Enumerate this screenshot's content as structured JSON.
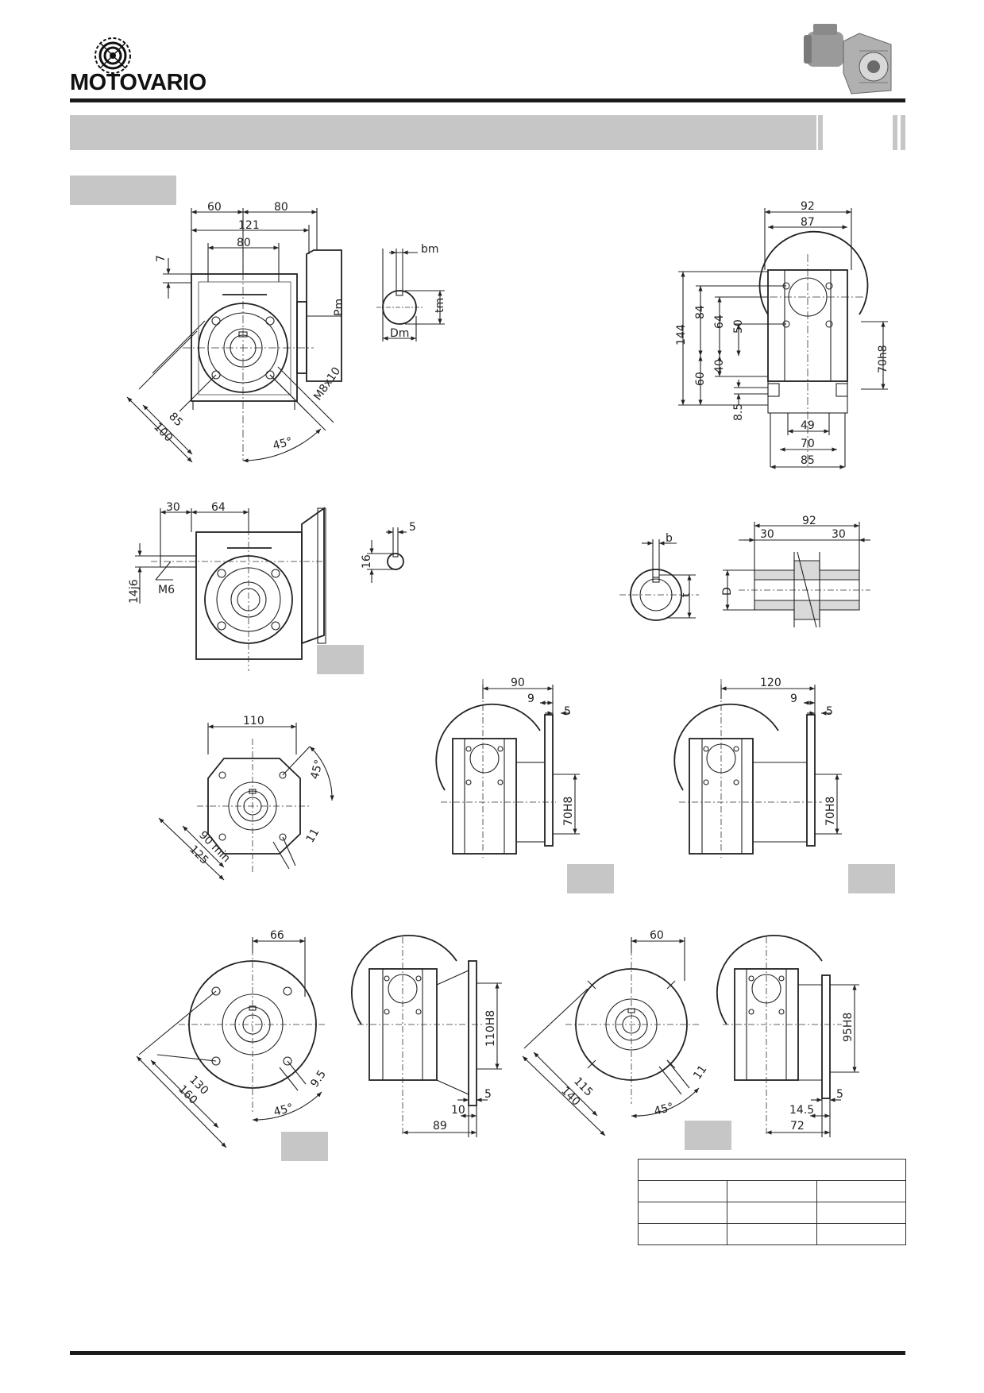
{
  "header": {
    "brand": "MOTOVARIO",
    "logo_icon": "motovario-gear-logo-icon",
    "photo_icon": "gear-motor-photo-icon"
  },
  "colors": {
    "band_gray": "#c6c6c6",
    "line": "#1a1a1a"
  },
  "dims": {
    "top_left": {
      "d60": "60",
      "d80a": "80",
      "d121": "121",
      "d80b": "80",
      "d7": "7",
      "pm": "Pm",
      "m8x10": "M8x10",
      "d85": "85",
      "d100": "100",
      "a45": "45°"
    },
    "key": {
      "bm": "bm",
      "tm": "tm",
      "dm": "Dm"
    },
    "top_right": {
      "d92": "92",
      "d87": "87",
      "d144": "144",
      "d84": "84",
      "d64": "64",
      "d50": "50",
      "d60": "60",
      "d40": "40",
      "d8_5": "8.5",
      "d70h8": "70h8",
      "d49": "49",
      "d70": "70",
      "d85": "85"
    },
    "mid_left": {
      "d30": "30",
      "d64": "64",
      "d14j6": "14j6",
      "m6": "M6",
      "d5": "5",
      "d16": "16"
    },
    "mid_right": {
      "b": "b",
      "t": "t",
      "D": "D",
      "d92": "92",
      "d30a": "30",
      "d30b": "30"
    },
    "flange_a": {
      "d110": "110",
      "d45": "45°",
      "d90min": "90 min",
      "d125": "125",
      "d11": "11"
    },
    "flange_b": {
      "d90": "90",
      "d9": "9",
      "d5": "5",
      "d70h8": "70H8"
    },
    "flange_c": {
      "d120": "120",
      "d9": "9",
      "d5": "5",
      "d70h8": "70H8"
    },
    "flange_d": {
      "d66": "66",
      "d130": "130",
      "d160": "160",
      "d9_5": "9.5",
      "d45": "45°"
    },
    "flange_e": {
      "d110h8": "110H8",
      "d5": "5",
      "d10": "10",
      "d89": "89"
    },
    "flange_f": {
      "d60": "60",
      "d115": "115",
      "d140": "140",
      "d11": "11",
      "d45": "45°"
    },
    "flange_g": {
      "d95h8": "95H8",
      "d5": "5",
      "d14_5": "14.5",
      "d72": "72"
    }
  }
}
